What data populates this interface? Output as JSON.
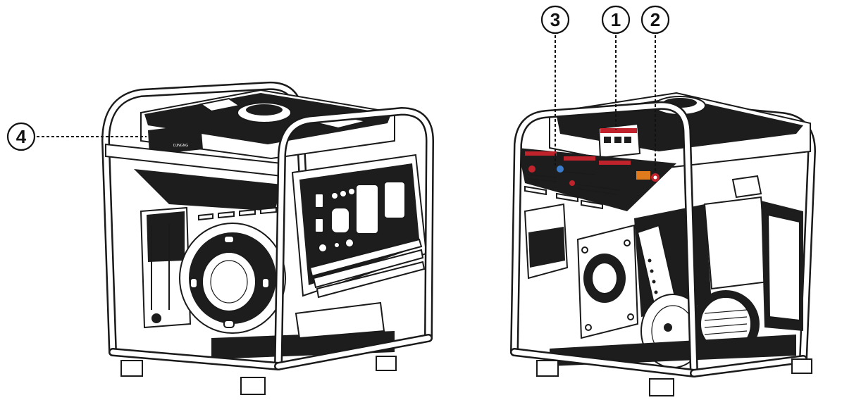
{
  "callouts": {
    "c1": "1",
    "c2": "2",
    "c3": "3",
    "c4": "4"
  },
  "nameplate": {
    "brand": "DJNGNG"
  },
  "colors": {
    "line": "#1a1a1a",
    "warning_red": "#c0232b",
    "warning_orange": "#e07b1d"
  }
}
